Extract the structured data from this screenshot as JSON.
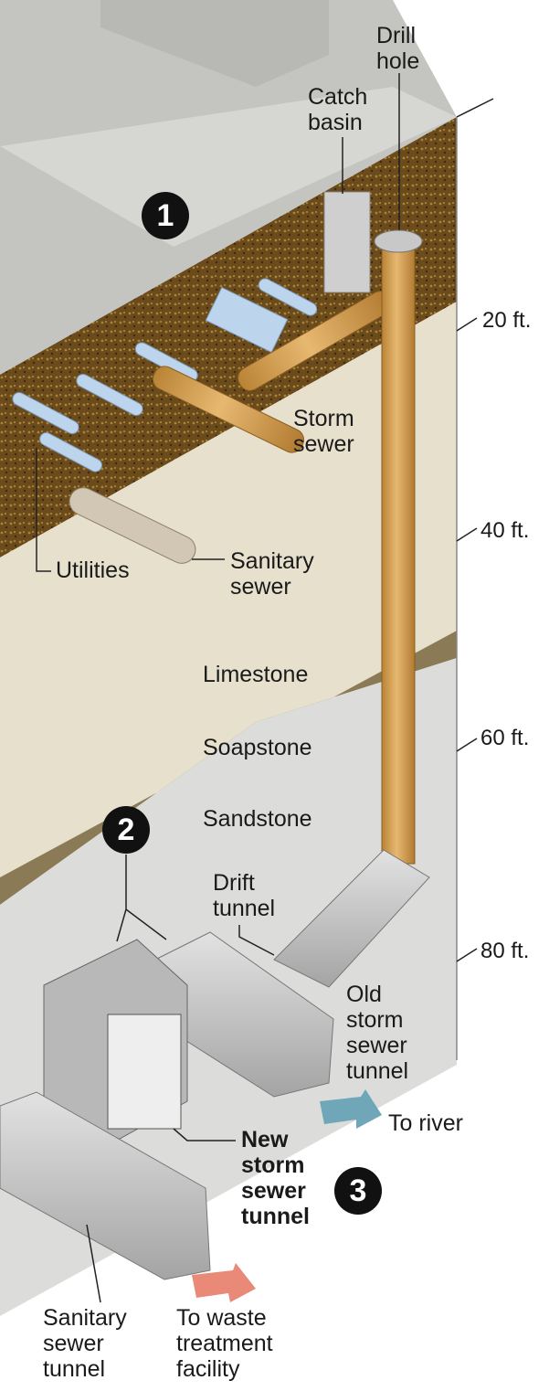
{
  "labels": {
    "drill_hole": "Drill\nhole",
    "catch_basin": "Catch\nbasin",
    "storm_sewer": "Storm\nsewer",
    "utilities": "Utilities",
    "sanitary_sewer": "Sanitary\nsewer",
    "limestone": "Limestone",
    "soapstone": "Soapstone",
    "sandstone": "Sandstone",
    "drift_tunnel": "Drift\ntunnel",
    "old_storm_sewer_tunnel": "Old\nstorm\nsewer\ntunnel",
    "to_river": "To river",
    "new_storm_sewer_tunnel": "New\nstorm\nsewer\ntunnel",
    "sanitary_sewer_tunnel": "Sanitary\nsewer\ntunnel",
    "to_waste_treatment": "To waste\ntreatment\nfacility"
  },
  "depth_scale": [
    "20 ft.",
    "40 ft.",
    "60 ft.",
    "80 ft."
  ],
  "badges": [
    "1",
    "2",
    "3"
  ],
  "colors": {
    "pipe_orange": "#d9a55a",
    "soil_brown": "#6b4a1c",
    "limestone": "#e6e0cc",
    "sandstone": "#dcdcda",
    "concrete": "#c9c9c9",
    "utility_blue": "#bcd4ec",
    "river_arrow": "#6fa6b8",
    "waste_arrow": "#e98a78"
  }
}
